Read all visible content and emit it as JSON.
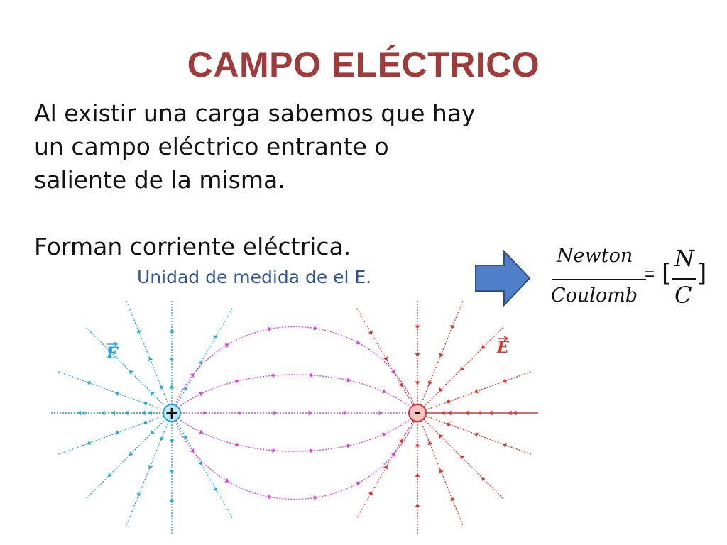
{
  "slide": {
    "title": "CAMPO ELÉCTRICO",
    "paragraph_lines": [
      "Al existir una carga sabemos que hay",
      "un campo eléctrico entrante o",
      "saliente de la misma."
    ],
    "statement": "Forman corriente eléctrica.",
    "unit_note": "Unidad de medida de el E."
  },
  "formula": {
    "numerator": "Newton",
    "denominator": "Coulomb",
    "equals": "=",
    "left_bracket": "[",
    "unit_numerator": "N",
    "unit_denominator": "C",
    "right_bracket": "]"
  },
  "diagram": {
    "positive_charge": {
      "symbol": "+",
      "field_label": "E",
      "color": "#2aa5e0"
    },
    "negative_charge": {
      "symbol": "-",
      "field_label": "E",
      "color": "#e0342e"
    },
    "connecting_lines_color": "#e040e0"
  },
  "colors": {
    "title": "#a23a3a",
    "note": "#2f5597",
    "arrow_fill": "#4f7ec8",
    "arrow_stroke": "#2e4f8a"
  }
}
